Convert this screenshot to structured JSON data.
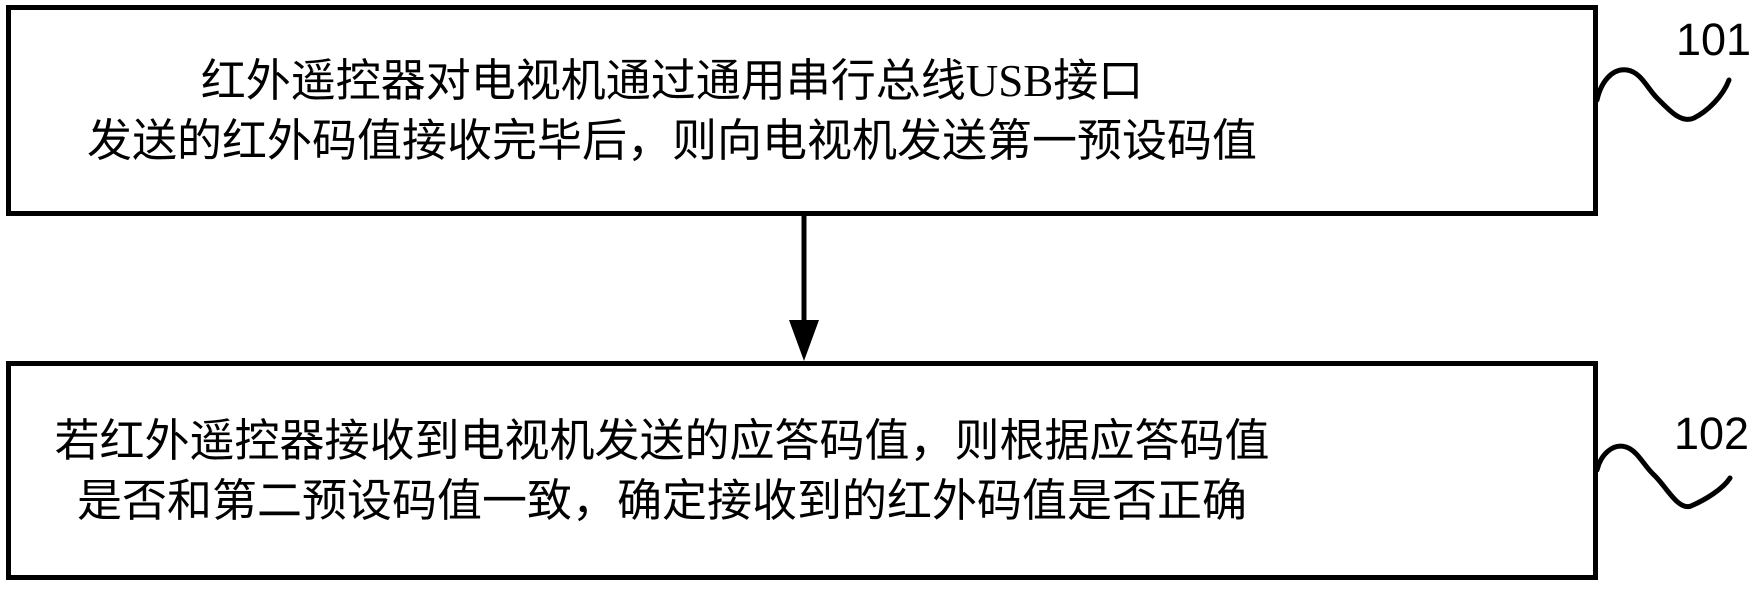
{
  "figure": {
    "background_color": "#ffffff",
    "line_color": "#000000",
    "steps": [
      {
        "ref": "101",
        "text_lines": [
          "红外遥控器对电视机通过通用串行总线USB接口",
          "发送的红外码值接收完毕后，则向电视机发送第一预设码值"
        ]
      },
      {
        "ref": "102",
        "text_lines": [
          "若红外遥控器接收到电视机发送的应答码值，则根据应答码值",
          "是否和第二预设码值一致，确定接收到的红外码值是否正确"
        ]
      }
    ]
  }
}
